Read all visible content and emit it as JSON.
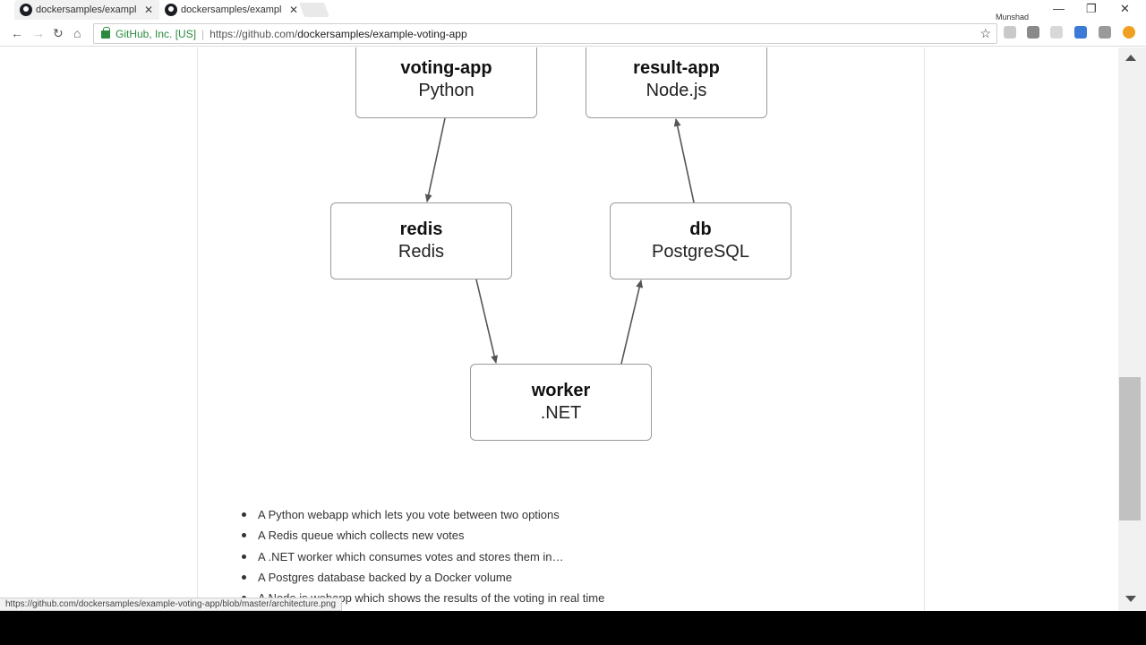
{
  "browser": {
    "tabs": [
      {
        "title": "dockersamples/example-",
        "active": false
      },
      {
        "title": "dockersamples/example-",
        "active": true
      }
    ],
    "profile_name": "Munshad",
    "security_label": "GitHub, Inc. [US]",
    "url_prefix": "https://github.com/",
    "url_path": "dockersamples/example-voting-app",
    "status_url": "https://github.com/dockersamples/example-voting-app/blob/master/architecture.png"
  },
  "diagram": {
    "nodes": [
      {
        "id": "voting-app",
        "name": "voting-app",
        "tech": "Python"
      },
      {
        "id": "result-app",
        "name": "result-app",
        "tech": "Node.js"
      },
      {
        "id": "redis",
        "name": "redis",
        "tech": "Redis"
      },
      {
        "id": "db",
        "name": "db",
        "tech": "PostgreSQL"
      },
      {
        "id": "worker",
        "name": "worker",
        "tech": ".NET"
      }
    ],
    "edges": [
      {
        "from": "voting-app",
        "to": "redis"
      },
      {
        "from": "redis",
        "to": "worker"
      },
      {
        "from": "worker",
        "to": "db"
      },
      {
        "from": "db",
        "to": "result-app"
      }
    ]
  },
  "list_items": [
    "A Python webapp which lets you vote between two options",
    "A Redis queue which collects new votes",
    "A .NET worker which consumes votes and stores them in…",
    "A Postgres database backed by a Docker volume",
    "A Node.js webapp which shows the results of the voting in real time"
  ],
  "colors": {
    "secure_green": "#2c8a3c",
    "node_border": "#9a9a9a",
    "arrow": "#555555"
  }
}
